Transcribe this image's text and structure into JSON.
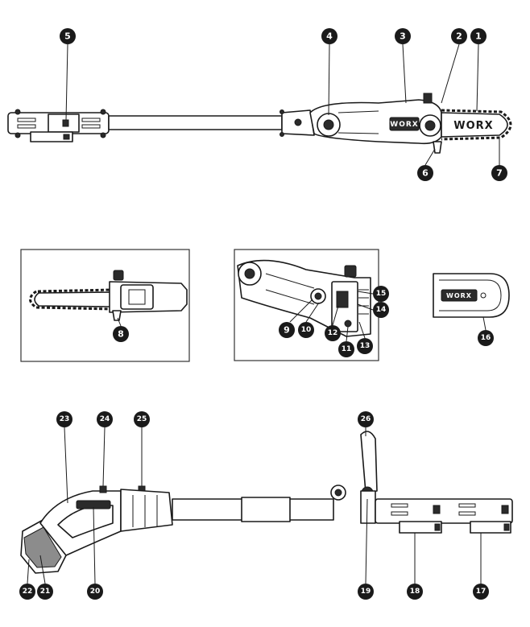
{
  "brand": {
    "logo_text": "WORX"
  },
  "callouts": [
    "1",
    "2",
    "3",
    "4",
    "5",
    "6",
    "7",
    "8",
    "9",
    "10",
    "11",
    "12",
    "13",
    "14",
    "15",
    "16",
    "17",
    "18",
    "19",
    "20",
    "21",
    "22",
    "23",
    "24",
    "25",
    "26"
  ]
}
